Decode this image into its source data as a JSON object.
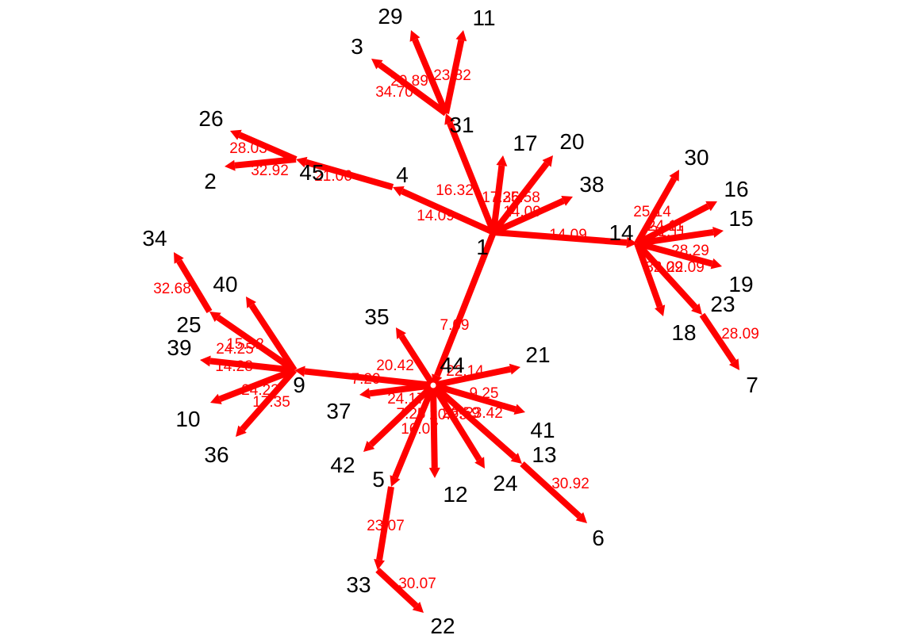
{
  "colors": {
    "edge": "#ff0000",
    "node_text": "#000000",
    "edge_text": "#ff0000",
    "background": "#ffffff"
  },
  "nodes": [
    "1",
    "2",
    "3",
    "4",
    "5",
    "6",
    "7",
    "9",
    "10",
    "11",
    "12",
    "13",
    "14",
    "15",
    "16",
    "17",
    "18",
    "19",
    "20",
    "21",
    "22",
    "23",
    "24",
    "25",
    "26",
    "29",
    "30",
    "31",
    "33",
    "34",
    "35",
    "36",
    "37",
    "38",
    "39",
    "40",
    "41",
    "42",
    "44",
    "45"
  ],
  "edges": [
    {
      "from": "1",
      "to": "31",
      "weight": "16.32"
    },
    {
      "from": "31",
      "to": "29",
      "weight": "20.89"
    },
    {
      "from": "31",
      "to": "11",
      "weight": "23.82"
    },
    {
      "from": "31",
      "to": "3",
      "weight": "34.70"
    },
    {
      "from": "1",
      "to": "4",
      "weight": "14.09"
    },
    {
      "from": "4",
      "to": "45",
      "weight": "21.06"
    },
    {
      "from": "45",
      "to": "26",
      "weight": "28.03"
    },
    {
      "from": "45",
      "to": "2",
      "weight": "32.92"
    },
    {
      "from": "1",
      "to": "17",
      "weight": "17.36"
    },
    {
      "from": "1",
      "to": "20",
      "weight": "25.58"
    },
    {
      "from": "1",
      "to": "38",
      "weight": "14.09"
    },
    {
      "from": "1",
      "to": "14",
      "weight": "14.09"
    },
    {
      "from": "14",
      "to": "30",
      "weight": "25.14"
    },
    {
      "from": "14",
      "to": "16",
      "weight": "24.11"
    },
    {
      "from": "14",
      "to": "15",
      "weight": "21.11"
    },
    {
      "from": "14",
      "to": "19",
      "weight": "28.29"
    },
    {
      "from": "14",
      "to": "18",
      "weight": "32.09"
    },
    {
      "from": "14",
      "to": "23",
      "weight": "22.09"
    },
    {
      "from": "23",
      "to": "7",
      "weight": "28.09"
    },
    {
      "from": "1",
      "to": "44",
      "weight": "7.09"
    },
    {
      "from": "44",
      "to": "35",
      "weight": "20.42"
    },
    {
      "from": "44",
      "to": "21",
      "weight": "22.14"
    },
    {
      "from": "44",
      "to": "9",
      "weight": "7.20"
    },
    {
      "from": "44",
      "to": "37",
      "weight": "24.17"
    },
    {
      "from": "44",
      "to": "41",
      "weight": "9.25"
    },
    {
      "from": "44",
      "to": "13",
      "weight": "23.42"
    },
    {
      "from": "44",
      "to": "24",
      "weight": "26.59"
    },
    {
      "from": "44",
      "to": "12",
      "weight": "20.25"
    },
    {
      "from": "44",
      "to": "42",
      "weight": "7.25"
    },
    {
      "from": "44",
      "to": "5",
      "weight": "16.07"
    },
    {
      "from": "5",
      "to": "33",
      "weight": "23.07"
    },
    {
      "from": "33",
      "to": "22",
      "weight": "30.07"
    },
    {
      "from": "13",
      "to": "6",
      "weight": "30.92"
    },
    {
      "from": "9",
      "to": "25",
      "weight": "24.25"
    },
    {
      "from": "25",
      "to": "34",
      "weight": "32.68"
    },
    {
      "from": "9",
      "to": "40",
      "weight": "15.32"
    },
    {
      "from": "9",
      "to": "39",
      "weight": "14.28"
    },
    {
      "from": "9",
      "to": "10",
      "weight": "24.23"
    },
    {
      "from": "9",
      "to": "36",
      "weight": "17.35"
    }
  ]
}
